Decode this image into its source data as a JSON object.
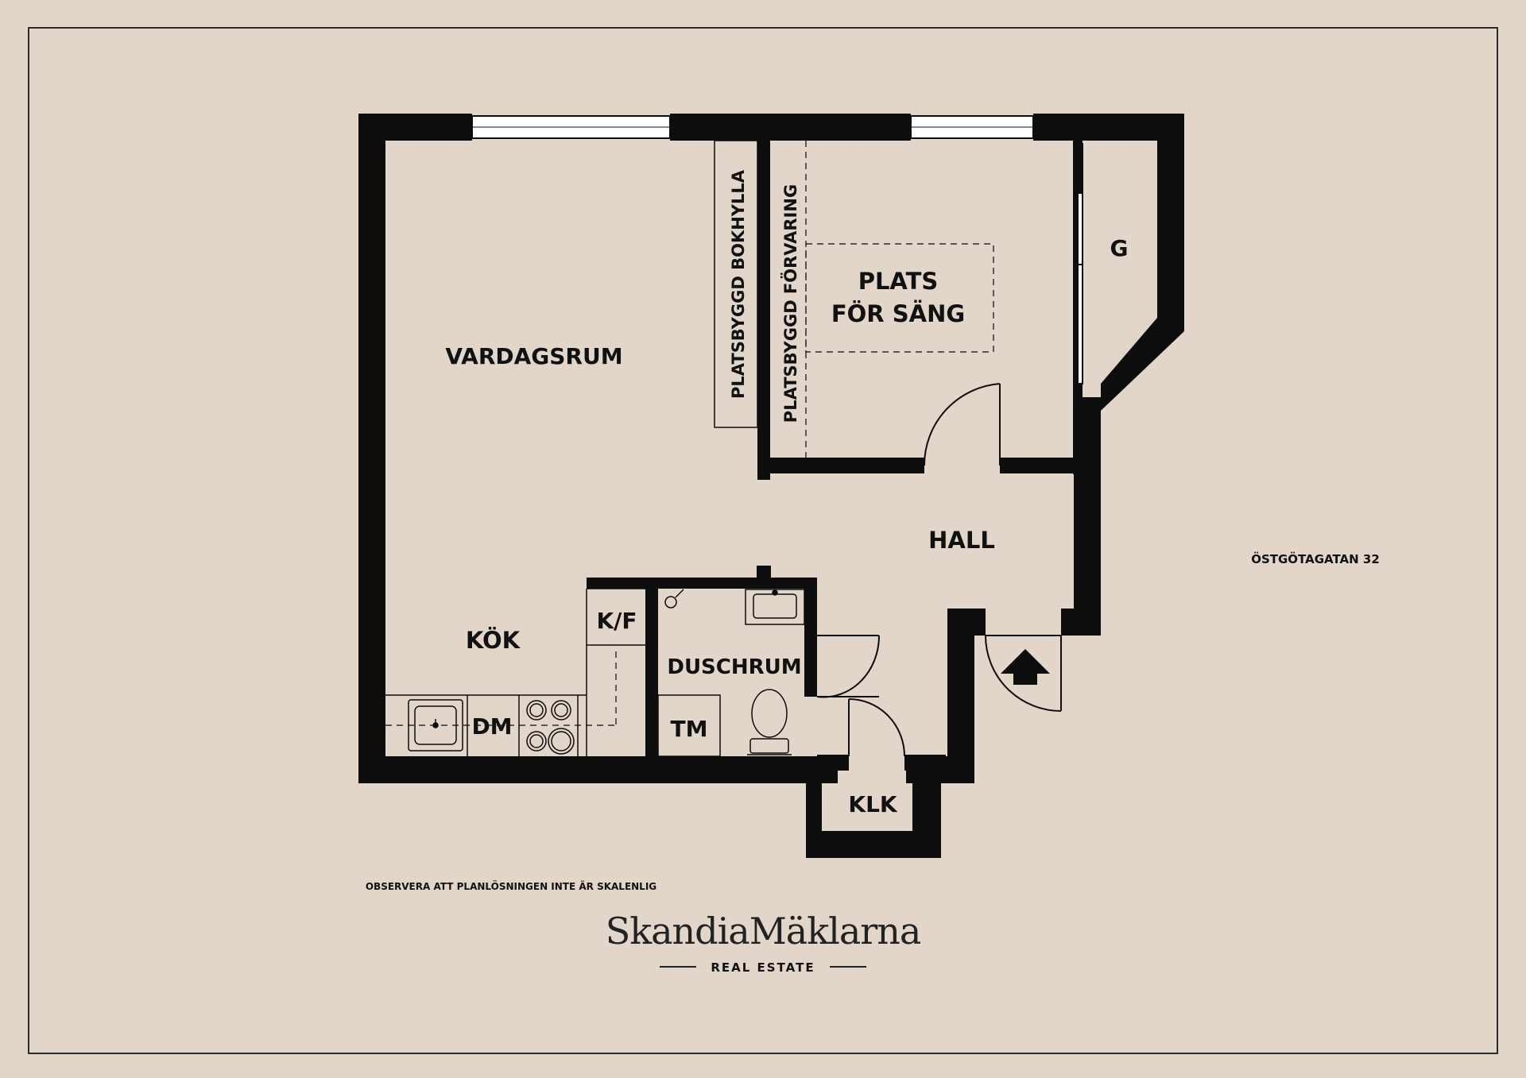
{
  "colors": {
    "background": "#e2d5ca",
    "wall": "#0d0d0d",
    "border": "#2b2b2b",
    "window": "#ffffff"
  },
  "rooms": {
    "vardagsrum": "VARDAGSRUM",
    "kok": "KÖK",
    "kf": "K/F",
    "dm": "DM",
    "duschrum": "DUSCHRUM",
    "tm": "TM",
    "klk": "KLK",
    "hall": "HALL",
    "g": "G",
    "bed_line1": "PLATS",
    "bed_line2": "FÖR SÄNG",
    "bookshelf": "PLATSBYGGD BOKHYLLA",
    "storage": "PLATSBYGGD FÖRVARING"
  },
  "address": "ÖSTGÖTAGATAN 32",
  "disclaimer": "OBSERVERA ATT PLANLÖSNINGEN INTE ÄR SKALENLIG",
  "logo": {
    "name": "SkandiaMäklarna",
    "tagline": "REAL ESTATE"
  },
  "icons": {
    "entrance": "arrow-up-icon",
    "sink": "sink-icon",
    "stove": "stove-icon",
    "toilet": "toilet-icon",
    "washbasin": "washbasin-icon"
  }
}
